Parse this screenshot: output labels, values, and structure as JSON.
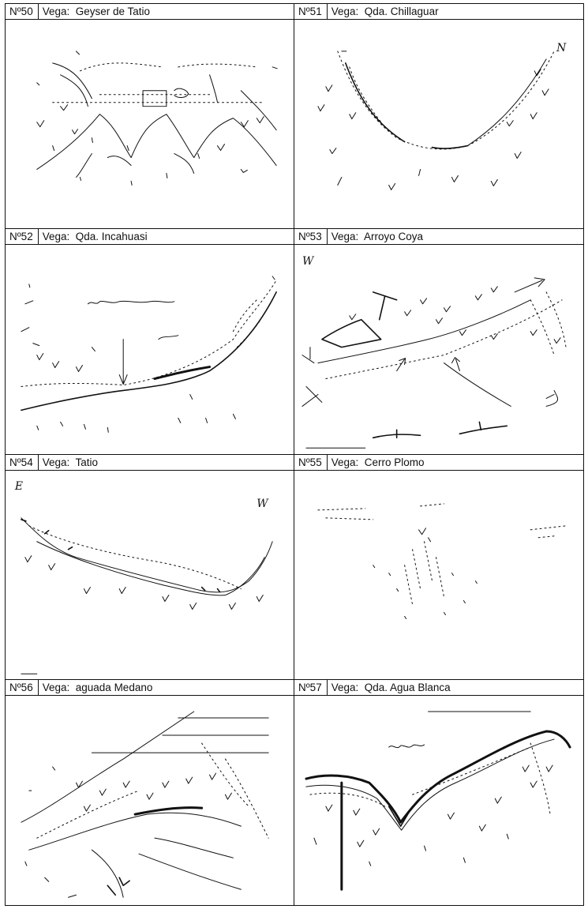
{
  "title_prefix": "Vega:",
  "panels": [
    {
      "number": "Nº50",
      "name": "Geyser de Tatio"
    },
    {
      "number": "Nº51",
      "name": "Qda. Chillaguar"
    },
    {
      "number": "Nº52",
      "name": "Qda. Incahuasi"
    },
    {
      "number": "Nº53",
      "name": "Arroyo Coya"
    },
    {
      "number": "Nº54",
      "name": "Tatio"
    },
    {
      "number": "Nº55",
      "name": "Cerro Plomo"
    },
    {
      "number": "Nº56",
      "name": "aguada Medano"
    },
    {
      "number": "Nº57",
      "name": "Qda. Agua Blanca"
    }
  ],
  "sketch_marks": {
    "p51_orientation": "N",
    "p53_orientation": "W",
    "p54_orientation_left": "E",
    "p54_orientation_right": "W"
  }
}
